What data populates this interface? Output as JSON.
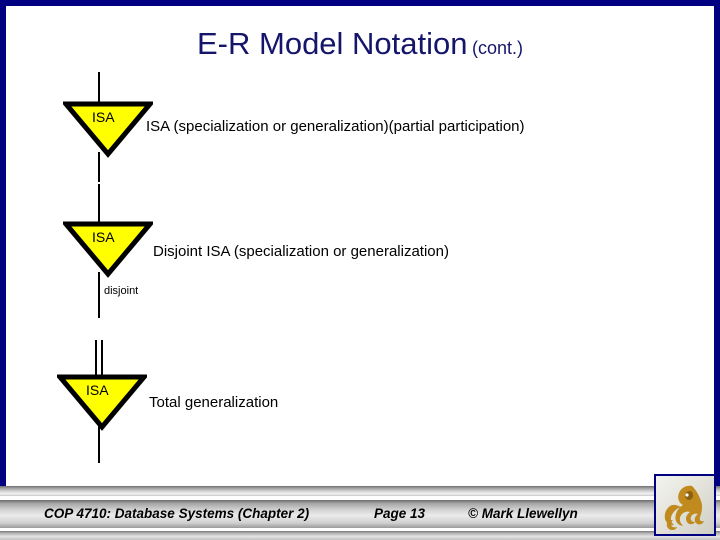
{
  "slide": {
    "title_main": "E-R Model Notation",
    "title_sub": "(cont.)",
    "frame_color": "#000080",
    "title_color": "#15156b"
  },
  "diagram": {
    "shape_fill": "#ffff00",
    "shape_stroke": "#000000",
    "items": [
      {
        "id": "isa-partial",
        "shape_label": "ISA",
        "caption": "ISA (specialization or generalization)(partial participation)",
        "connector_above": "single",
        "connector_below": "single",
        "annotation": ""
      },
      {
        "id": "isa-disjoint",
        "shape_label": "ISA",
        "caption": "Disjoint ISA (specialization or generalization)",
        "connector_above": "single",
        "connector_below": "single",
        "annotation": "disjoint"
      },
      {
        "id": "isa-total",
        "shape_label": "ISA",
        "caption": "Total generalization",
        "connector_above": "double",
        "connector_below": "single",
        "annotation": ""
      }
    ]
  },
  "footer": {
    "course": "COP 4710: Database Systems  (Chapter 2)",
    "page": "Page 13",
    "copyright": "© Mark Llewellyn",
    "logo_name": "pegasus-logo",
    "logo_color": "#c08a1e"
  }
}
